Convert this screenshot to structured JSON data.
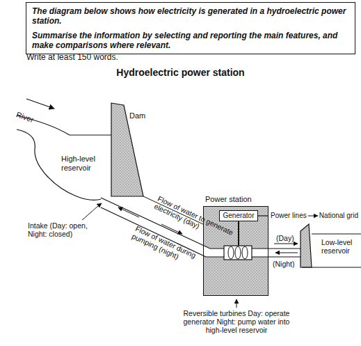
{
  "diagram": {
    "title": "Hydroelectric power station",
    "nodes": [
      {
        "text": [
          "The diagram below shows how electricity is generated in a hydroelectric power station.",
          "Summarise the information by selecting and reporting the main features, and make comparisons where relevant."
        ]
      },
      {
        "text": [
          "Power station"
        ]
      },
      {
        "text": [
          "Generator"
        ],
        "in": 1
      }
    ],
    "labels": [
      "Write at least 150 words.",
      "River",
      "Dam",
      "High-level reservoir",
      "Flow of water to generate electricity (day)",
      "Flow of water during pumping (night)",
      "Intake (Day: open, Night: closed)",
      "Power lines",
      "National grid",
      "(Day)",
      "(Night)",
      "Low-level reservoir",
      "Reversible turbines Day: operate generator Night: pump water into high-level reservoir"
    ]
  }
}
